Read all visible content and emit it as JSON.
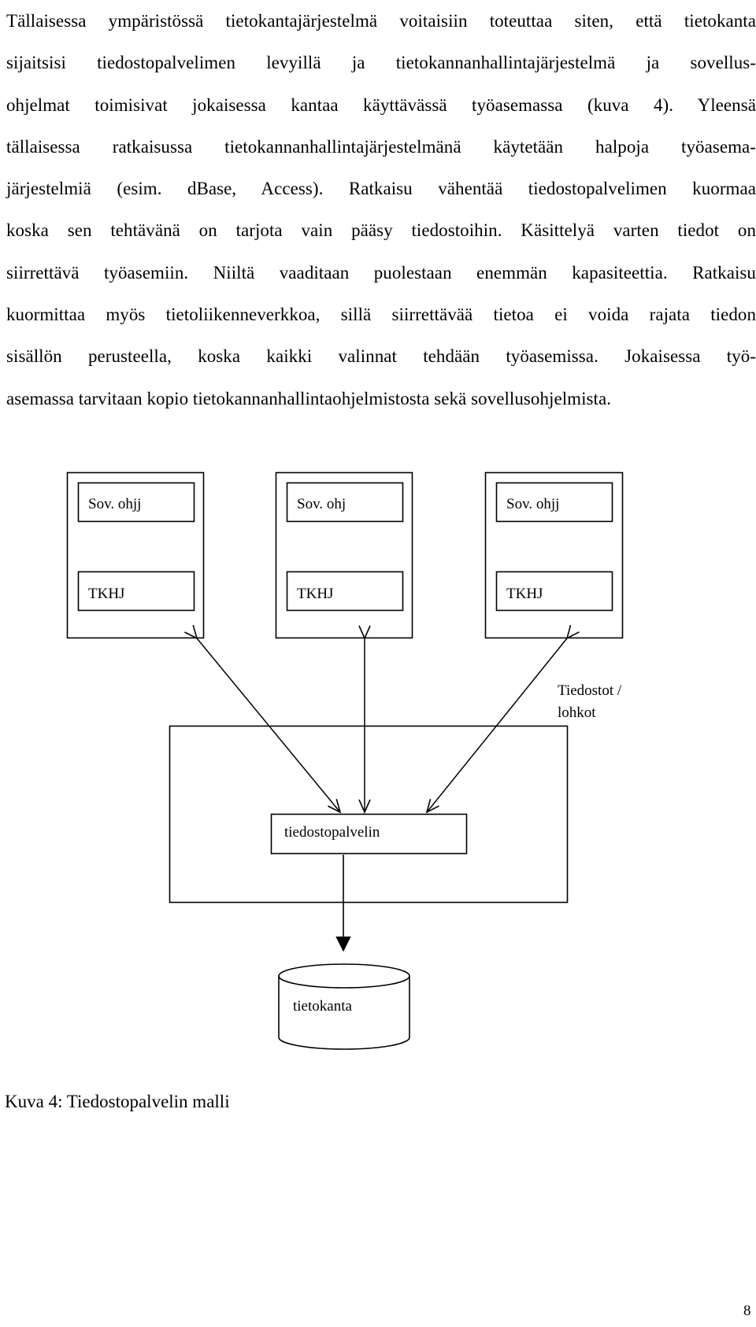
{
  "paragraph": [
    "Tällaisessa ympäristössä tietokantajärjestelmä voitaisiin toteuttaa siten, että tietokanta",
    "sijaitsisi tiedostopalvelimen levyillä ja tietokannanhallintajärjestelmä ja sovellus-",
    "ohjelmat toimisivat jokaisessa kantaa käyttävässä työasemassa (kuva 4). Yleensä",
    "tällaisessa ratkaisussa tietokannanhallintajärjestelmänä käytetään halpoja työasema-",
    "järjestelmiä (esim. dBase, Access).  Ratkaisu vähentää tiedostopalvelimen kuormaa",
    "koska sen tehtävänä on tarjota vain pääsy tiedostoihin. Käsittelyä varten tiedot on",
    "siirrettävä työasemiin. Niiltä vaaditaan puolestaan enemmän kapasiteettia. Ratkaisu",
    "kuormittaa myös tietoliikenneverkkoa, sillä siirrettävää tietoa ei voida rajata tiedon",
    "sisällön perusteella, koska kaikki valinnat tehdään työasemissa. Jokaisessa työ-",
    "asemassa tarvitaan kopio tietokannanhallintaohjelmistosta sekä sovellusohjelmista."
  ],
  "diagram": {
    "workstations": [
      {
        "app_label": "Sov. ohjj",
        "dbms_label": "TKHJ"
      },
      {
        "app_label": "Sov. ohj",
        "dbms_label": "TKHJ"
      },
      {
        "app_label": "Sov. ohjj",
        "dbms_label": "TKHJ"
      }
    ],
    "files_label_line1": "Tiedostot /",
    "files_label_line2": "lohkot",
    "server_label": "tiedostopalvelin",
    "database_label": "tietokanta"
  },
  "caption": "Kuva 4: Tiedostopalvelin malli",
  "page_number": "8"
}
